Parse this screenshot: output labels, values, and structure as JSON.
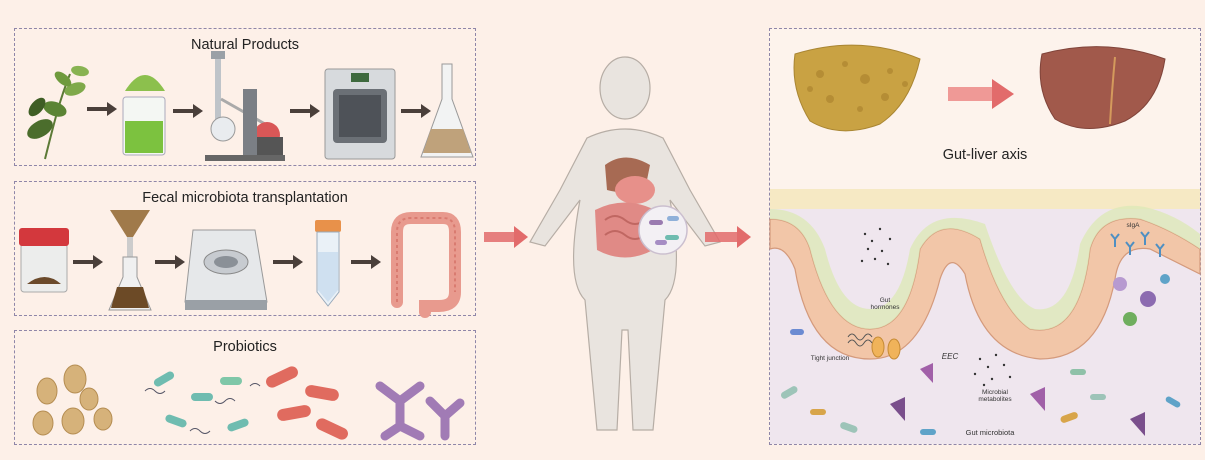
{
  "left_panels": {
    "natural_products": {
      "title": "Natural Products"
    },
    "fmt": {
      "title": "Fecal microbiota transplantation"
    },
    "probiotics": {
      "title": "Probiotics"
    }
  },
  "right_panel": {
    "axis_title": "Gut-liver axis",
    "labels": {
      "siga": "sIgA",
      "gut_hormones": "Gut\nhormones",
      "tight_junction": "Tight junction",
      "eec": "EEC",
      "microbial_metabolites": "Microbial\nmetabolites",
      "gut_microbiota": "Gut microbiota"
    }
  },
  "colors": {
    "panel_border": "#8f86a8",
    "arrow": "#e26b6b",
    "step_arrow": "#4a3f3a",
    "fatty_liver": "#c9a243",
    "healthy_liver": "#a1594b",
    "background": "#fdf0e8"
  }
}
